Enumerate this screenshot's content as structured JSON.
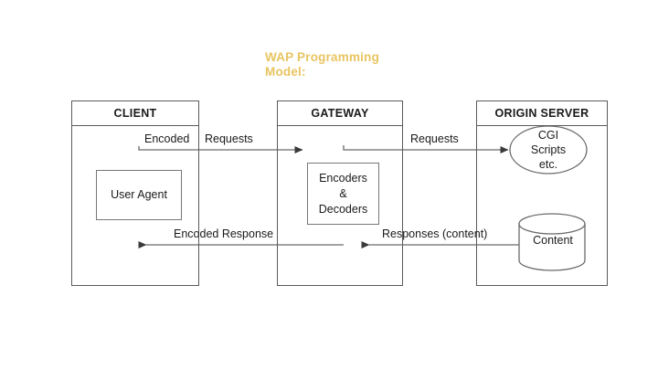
{
  "slide": {
    "title": "WAP Programming\nModel:",
    "title_color": "#e8c460",
    "background": "#ffffff",
    "line_color": "#5a5a5a",
    "text_color": "#1a1a1a"
  },
  "diagram": {
    "type": "block-flow",
    "nodes": [
      {
        "id": "client",
        "header": "CLIENT",
        "children": [
          {
            "id": "user-agent",
            "label": "User Agent",
            "shape": "rect"
          }
        ]
      },
      {
        "id": "gateway",
        "header": "GATEWAY",
        "children": [
          {
            "id": "encoders-decoders",
            "label": "Encoders\n&\nDecoders",
            "shape": "rect"
          }
        ]
      },
      {
        "id": "origin-server",
        "header": "ORIGIN SERVER",
        "children": [
          {
            "id": "cgi-scripts",
            "label": "CGI\nScripts\netc.",
            "shape": "ellipse"
          },
          {
            "id": "content-store",
            "label": "Content",
            "shape": "cylinder"
          }
        ]
      }
    ],
    "edges": [
      {
        "id": "client-to-gateway",
        "from": "client",
        "to": "gateway",
        "direction": "right",
        "label_a": "Encoded",
        "label_b": "Requests"
      },
      {
        "id": "gateway-to-origin",
        "from": "gateway",
        "to": "origin-server",
        "direction": "right",
        "label_b": "Requests"
      },
      {
        "id": "gateway-to-client",
        "from": "gateway",
        "to": "client",
        "direction": "left",
        "label_b": "Encoded Response"
      },
      {
        "id": "origin-to-gateway",
        "from": "origin-server",
        "to": "gateway",
        "direction": "left",
        "label_b": "Responses (content)"
      }
    ]
  }
}
